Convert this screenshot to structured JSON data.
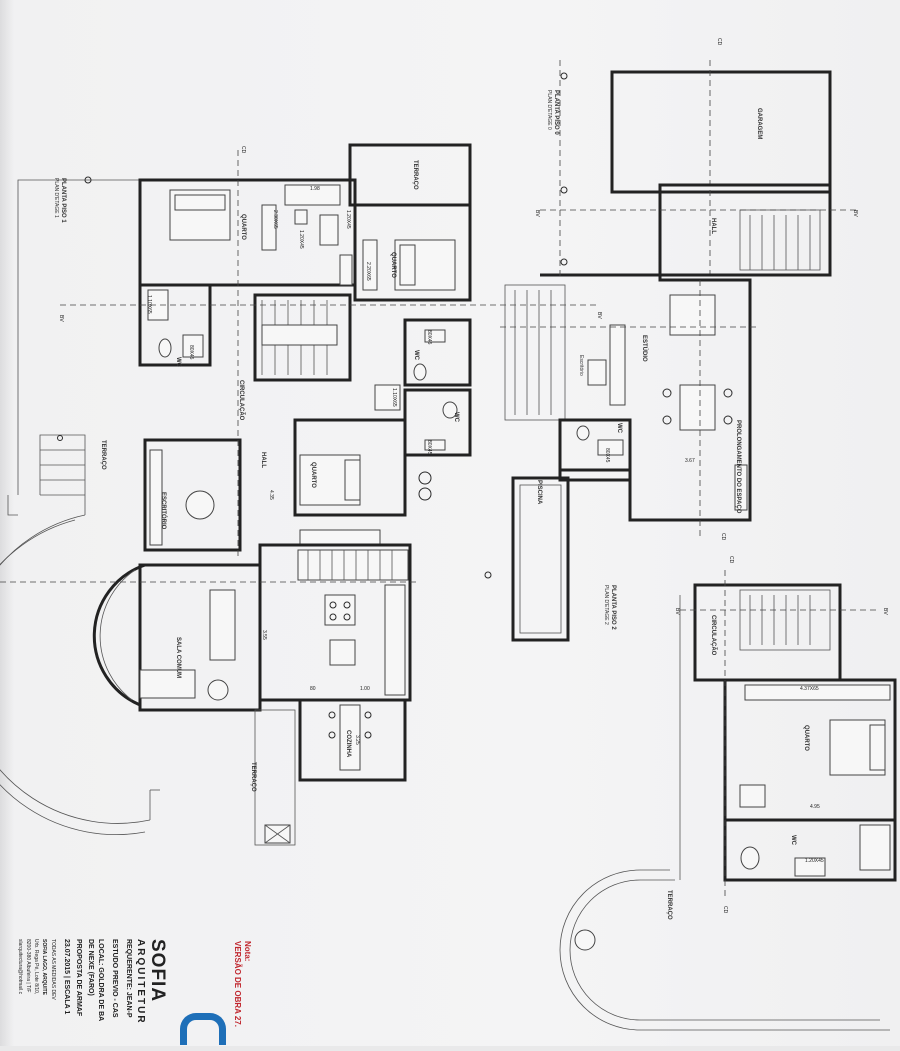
{
  "plans": {
    "ground_floor": {
      "title_pt": "PLANTA PISO 1",
      "title_fr": "PLAN D'ETAGE 1",
      "rooms": {
        "quarto_1": "QUARTO",
        "quarto_2": "QUARTO",
        "quarto_3": "QUARTO",
        "terraco_top": "TERRAÇO",
        "terraco_left": "TERRAÇO",
        "terraco_bottom": "TERRAÇO",
        "circulacao": "CIRCULAÇÃO",
        "hall": "HALL",
        "escritorio": "ESCRITÓRIO",
        "sala_comum": "SALA COMUM",
        "cozinha": "COZINHA",
        "wc_1": "WC",
        "wc_2": "WC",
        "wc_3": "WC"
      },
      "dims": [
        "1.98",
        "1.20X45",
        "2.30X65",
        "2.20X65",
        "1.10X65",
        "80X45",
        "80X45",
        "1.10X65",
        "1.20X45",
        "80X45",
        "4.35",
        "3.55",
        "3.25",
        "1.00",
        "80"
      ]
    },
    "upper_floor": {
      "title_pt": "PLANTA PISO 0",
      "title_fr": "PLAN D'ETAGE 0",
      "rooms": {
        "garagem": "GARAGEM",
        "hall": "HALL",
        "estudio": "ESTÚDIO",
        "escritorio": "Escritório",
        "wc": "WC",
        "prolongamento": "PROLONGAMENTO DO ESPAÇO",
        "piscina": "PISCINA"
      },
      "dims": [
        "80X45",
        "3.67"
      ]
    },
    "floor_2": {
      "title_pt": "PLANTA PISO 2",
      "title_fr": "PLAN D'ETAGE 2",
      "rooms": {
        "circulacao": "CIRCULAÇÃO",
        "quarto": "QUARTO",
        "terraco": "TERRAÇO",
        "wc": "WC"
      },
      "dims": [
        "4.37X65",
        "4.95",
        "1.20X45"
      ]
    },
    "section_marks": [
      "CD",
      "CD",
      "CD",
      "CD",
      "CD",
      "BV",
      "BV",
      "BV",
      "BV",
      "BV",
      "BV"
    ]
  },
  "title_block": {
    "note_label": "Nota:",
    "note_text": "VERSÃO DE OBRA 27.",
    "logo_text": "SOFIA",
    "logo_sub": "ARQUITETUR",
    "requerente": "REQUERENTE: JEAN-P",
    "estudo": "ESTUDO PREVIO - CAS",
    "local": "LOCAL: GOLDRA DE BA",
    "local2": "DE NEXE (FARO)",
    "proposta": "PROPOSTA DE ARMAF",
    "date": "23.07.2015 | ESCALA 1",
    "footer1": "TODAS AS MEDIDAS DEV",
    "footer2": "SOFIA LAGO, ARQUITE",
    "footer3": "Urb. Rega Pé, Lote 8/10,",
    "footer4": "8200-380 Albufeira | T/F",
    "footer5": "slarquitectura@hotmail.c"
  },
  "colors": {
    "paper": "#f4f4f5",
    "ink": "#222222",
    "logo_blue": "#1e6fb8",
    "note_red": "#c0262d"
  }
}
